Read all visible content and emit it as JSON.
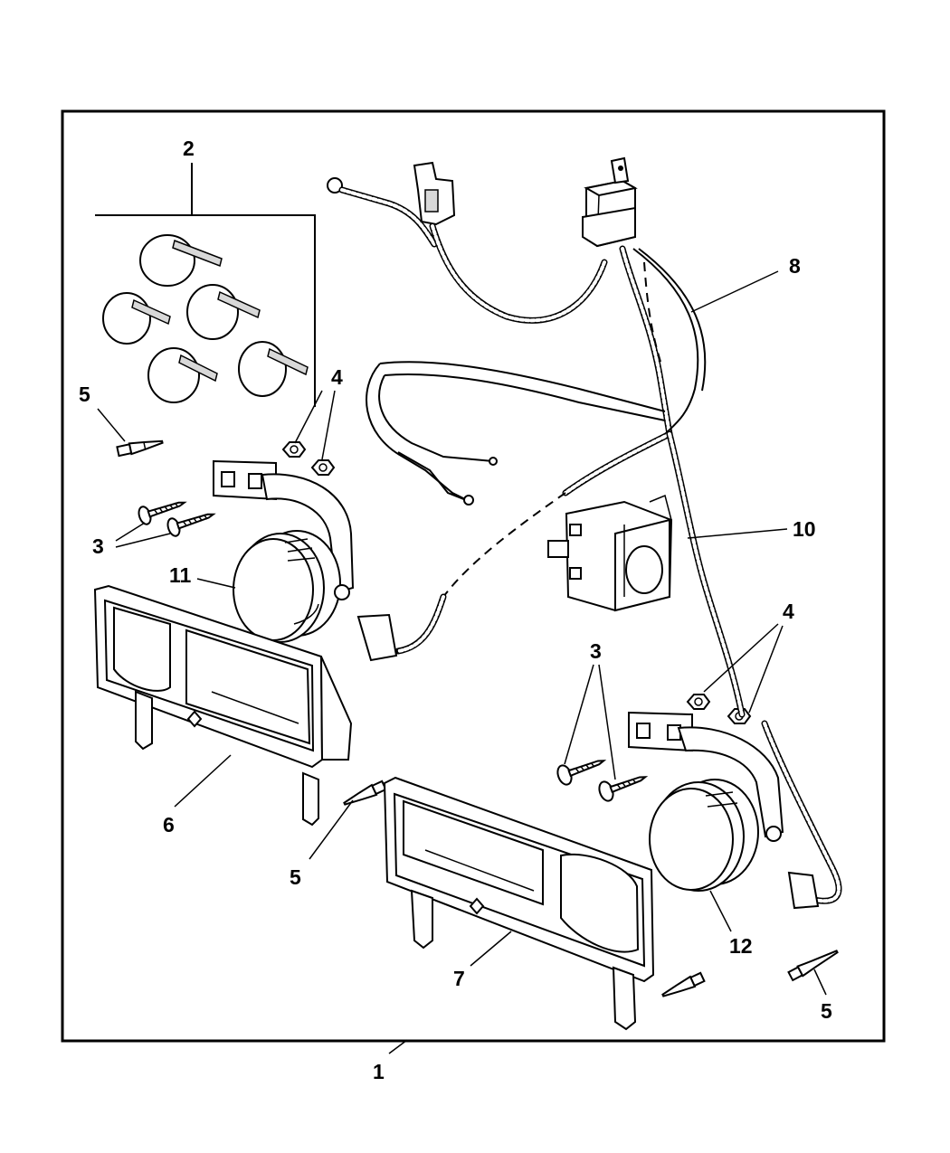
{
  "callouts": {
    "c1": "1",
    "c2": "2",
    "c3a": "3",
    "c3b": "3",
    "c4a": "4",
    "c4b": "4",
    "c5a": "5",
    "c5b": "5",
    "c5c": "5",
    "c6": "6",
    "c7": "7",
    "c8": "8",
    "c10": "10",
    "c11": "11",
    "c12": "12"
  }
}
